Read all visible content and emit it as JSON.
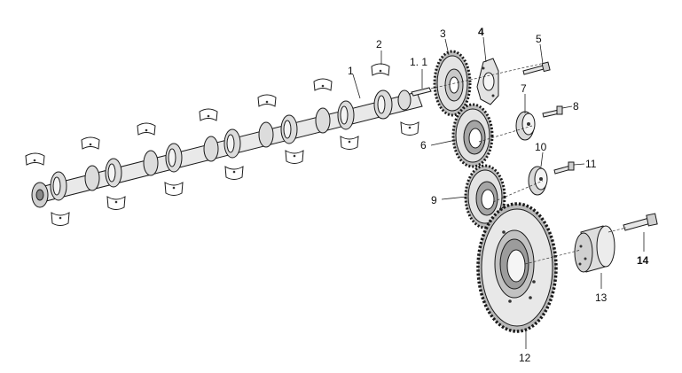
{
  "diagram": {
    "callouts": {
      "p1": "1",
      "p1_1": "1. 1",
      "p2": "2",
      "p3": "3",
      "p4": "4",
      "p5": "5",
      "p6": "6",
      "p7": "7",
      "p8": "8",
      "p9": "9",
      "p10": "10",
      "p11": "11",
      "p12": "12",
      "p13": "13",
      "p14": "14"
    }
  },
  "colors": {
    "ink": "#1a1a1a",
    "fill_light": "#f2f2f2",
    "fill_mid": "#d6d6d6",
    "fill_dark": "#9a9a9a"
  }
}
